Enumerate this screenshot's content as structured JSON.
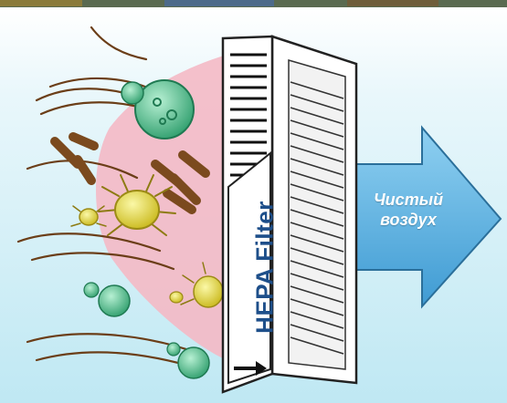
{
  "image": {
    "filter_label": "HEPA Filter",
    "arrow_label_line1": "Чистый",
    "arrow_label_line2": "воздух"
  },
  "colors": {
    "background_top": "#ffffff",
    "background_bottom": "#bfe8f3",
    "air_stream": "#f4b9c5",
    "arrow": "#63b3e0",
    "filter_frame": "#ffffff",
    "filter_outline": "#222222",
    "label_text": "#1e4f8a",
    "particle_green": "#4ec38f",
    "particle_yellow": "#e5e33c",
    "fiber_brown": "#7b4a1e"
  },
  "icons": [
    "mite",
    "pollen",
    "hair-fiber",
    "dust-particle",
    "right-arrow"
  ]
}
